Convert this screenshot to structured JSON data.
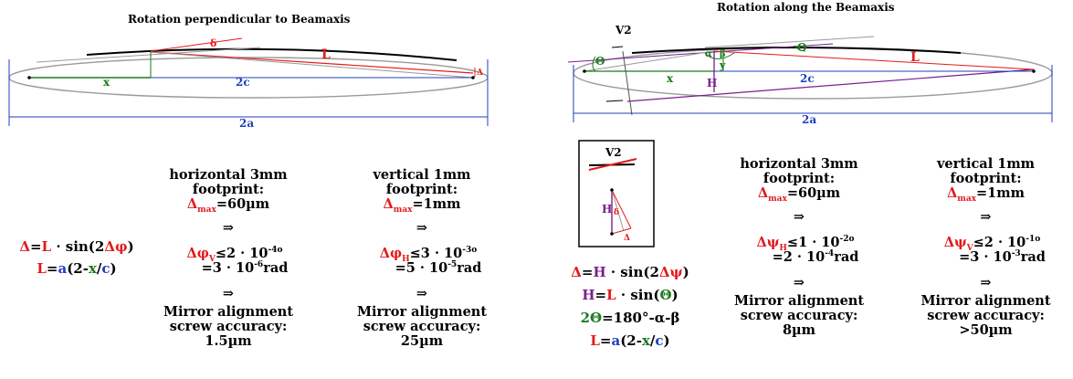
{
  "left": {
    "title": "Rotation perpendicular to Beamaxis",
    "labels": {
      "delta": "δ",
      "L": "L",
      "Delta": "Δ",
      "x": "x",
      "twoc": "2c",
      "twoa": "2a"
    },
    "formula": {
      "line1": [
        "Δ",
        "=",
        "L",
        " · sin(2",
        "Δφ",
        ")"
      ],
      "line2": [
        "L",
        "=",
        "a",
        "(2-",
        "x",
        "/",
        "c",
        ")"
      ]
    },
    "horizontal": {
      "title": [
        "horizontal 3mm",
        "footprint:"
      ],
      "delta_max": [
        "Δ",
        "max",
        "=60µm"
      ],
      "arrow": "⇒",
      "result1": [
        "Δφ",
        "V",
        "≤2 · 10",
        "-4o"
      ],
      "result2": [
        "=3 · 10",
        "-6",
        "rad"
      ],
      "arrow2": "⇒",
      "accuracy": [
        "Mirror alignment",
        "screw accuracy:",
        "1.5µm"
      ]
    },
    "vertical": {
      "title": [
        "vertical 1mm",
        "footprint:"
      ],
      "delta_max": [
        "Δ",
        "max",
        "=1mm"
      ],
      "arrow": "⇒",
      "result1": [
        "Δφ",
        "H",
        "≤3 · 10",
        "-3o"
      ],
      "result2": [
        "=5 · 10",
        "-5",
        "rad"
      ],
      "arrow2": "⇒",
      "accuracy": [
        "Mirror alignment",
        "screw accuracy:",
        "25µm"
      ]
    }
  },
  "right": {
    "title": "Rotation along the Beamaxis",
    "labels": {
      "V2": "V2",
      "theta": "Θ",
      "alpha": "α",
      "beta": "β",
      "y": "y",
      "L": "L",
      "x": "x",
      "H": "H",
      "twoc": "2c",
      "twoa": "2a"
    },
    "inset": {
      "V2": "V2",
      "H": "H",
      "delta": "δ",
      "Delta": "Δ"
    },
    "formulas": {
      "f1": [
        "Δ",
        "=",
        "H",
        " · sin(2",
        "Δψ",
        ")"
      ],
      "f2": [
        "H",
        "=",
        "L",
        " · sin(",
        "Θ",
        ")"
      ],
      "f3": [
        "2Θ",
        "=180°-",
        "α",
        "-",
        "β"
      ],
      "f4": [
        "L",
        "=",
        "a",
        "(2-",
        "x",
        "/",
        "c",
        ")"
      ]
    },
    "horizontal": {
      "title": [
        "horizontal 3mm",
        "footprint:"
      ],
      "delta_max": [
        "Δ",
        "max",
        "=60µm"
      ],
      "arrow": "⇒",
      "result1": [
        "Δψ",
        "H",
        "≤1 · 10",
        "-2o"
      ],
      "result2": [
        "=2 · 10",
        "-4",
        "rad"
      ],
      "arrow2": "⇒",
      "accuracy": [
        "Mirror alignment",
        "screw accuracy:",
        "8µm"
      ]
    },
    "vertical": {
      "title": [
        "vertical 1mm",
        "footprint:"
      ],
      "delta_max": [
        "Δ",
        "max",
        "=1mm"
      ],
      "arrow": "⇒",
      "result1": [
        "Δψ",
        "V",
        "≤2 · 10",
        "-1o"
      ],
      "result2": [
        "=3 · 10",
        "-3",
        "rad"
      ],
      "arrow2": "⇒",
      "accuracy": [
        "Mirror alignment",
        "screw accuracy:",
        ">50µm"
      ]
    }
  },
  "colors": {
    "red": "#e31a1c",
    "blue": "#1f3fbf",
    "green": "#1e7a1e",
    "purple": "#7a1f8c",
    "gray": "#9a9a9a"
  }
}
